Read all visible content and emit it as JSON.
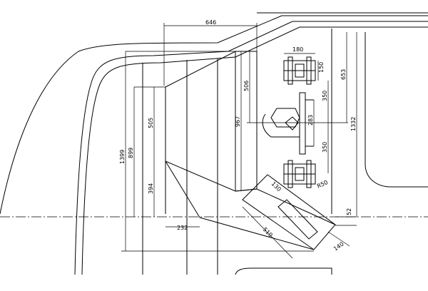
{
  "dimensions": {
    "d646": "646",
    "d180": "180",
    "d150": "150",
    "d653": "653",
    "d506": "506",
    "d350a": "350",
    "d283": "283",
    "d350b": "350",
    "d1332": "1332",
    "d967": "967",
    "d1399": "1399",
    "d899": "899",
    "d505": "505",
    "d394": "394",
    "d232": "232",
    "d130": "130",
    "d510": "510",
    "dR50": "R50",
    "d52": "52",
    "d140": "140"
  }
}
